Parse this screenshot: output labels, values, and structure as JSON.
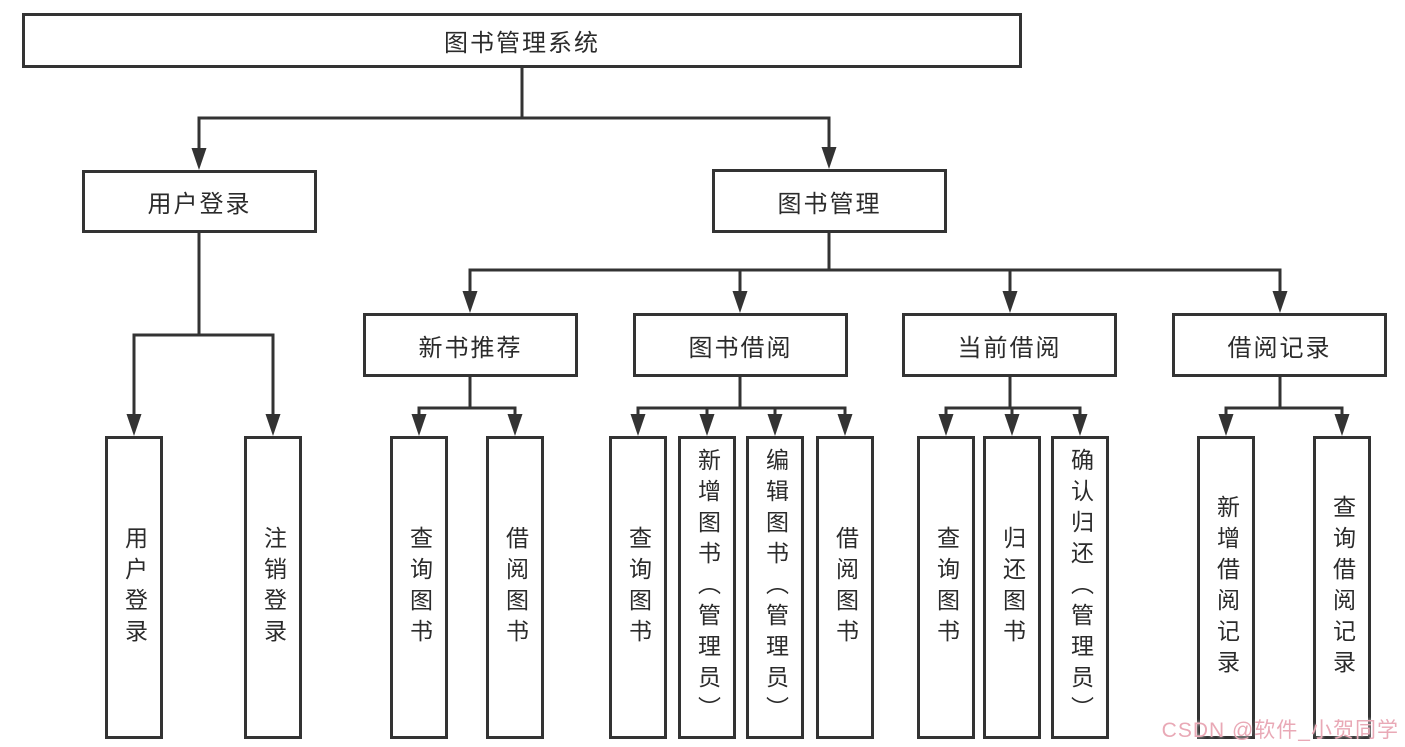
{
  "colors": {
    "line": "#333333",
    "text": "#2b2b2b",
    "watermark": "#e9a9b6",
    "background": "#ffffff"
  },
  "root": {
    "label": "图书管理系统"
  },
  "branches": [
    {
      "label": "用户登录",
      "children": [
        {
          "label": "用户登录"
        },
        {
          "label": "注销登录"
        }
      ]
    },
    {
      "label": "图书管理",
      "modules": [
        {
          "label": "新书推荐",
          "children": [
            {
              "label": "查询图书"
            },
            {
              "label": "借阅图书"
            }
          ]
        },
        {
          "label": "图书借阅",
          "children": [
            {
              "label": "查询图书"
            },
            {
              "label": "新增图书（管理员）"
            },
            {
              "label": "编辑图书（管理员）"
            },
            {
              "label": "借阅图书"
            }
          ]
        },
        {
          "label": "当前借阅",
          "children": [
            {
              "label": "查询图书"
            },
            {
              "label": "归还图书"
            },
            {
              "label": "确认归还（管理员）"
            }
          ]
        },
        {
          "label": "借阅记录",
          "children": [
            {
              "label": "新增借阅记录"
            },
            {
              "label": "查询借阅记录"
            }
          ]
        }
      ]
    }
  ],
  "watermark": {
    "text": "CSDN @软件_小贺同学"
  }
}
